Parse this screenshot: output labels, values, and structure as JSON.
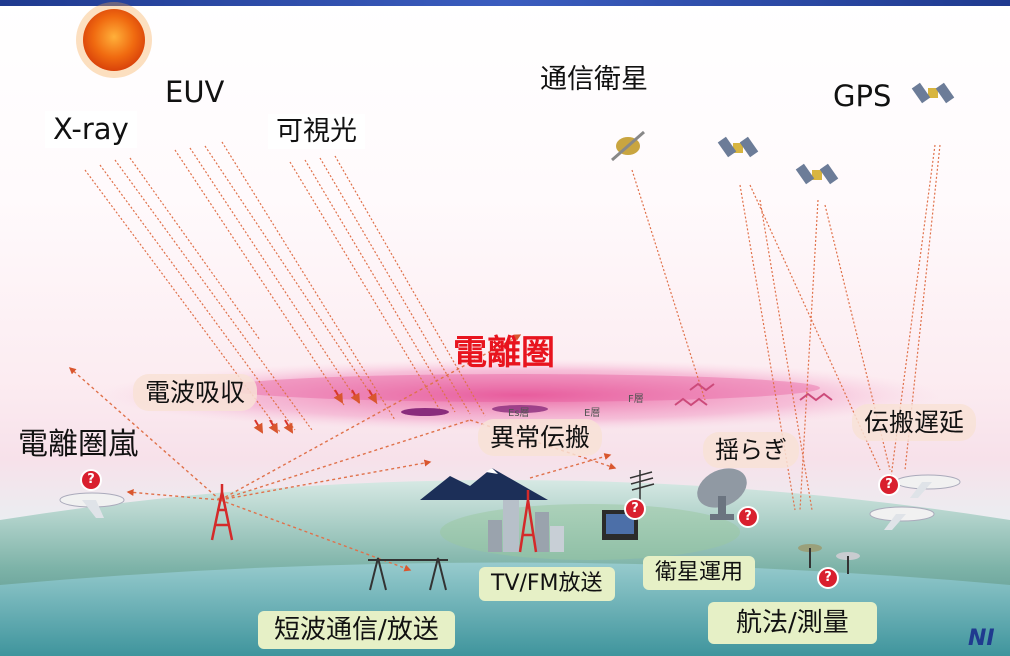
{
  "labels": {
    "xray": "X-ray",
    "euv": "EUV",
    "visible_light": "可視光",
    "comm_satellite": "通信衛星",
    "gps": "GPS",
    "ionosphere": "電離圏",
    "radio_absorption": "電波吸収",
    "ionospheric_storm": "電離圏嵐",
    "anomalous_propagation": "異常伝搬",
    "scintillation": "揺らぎ",
    "propagation_delay": "伝搬遅延",
    "tv_fm": "TV/FM放送",
    "satellite_ops": "衛星運用",
    "navigation": "航法/測量",
    "shortwave": "短波通信/放送",
    "layer_es": "Es層",
    "layer_e": "E層",
    "layer_f": "F層",
    "logo_partial": "NI",
    "alert_symbol": "?"
  },
  "colors": {
    "ionosphere_band": "#e64d94",
    "ionosphere_label": "#e8141e",
    "arrow": "#e0714a",
    "alert": "#d91f2e",
    "label_pill": "#f8e2d6",
    "label_green": "#e6f0c6",
    "top_bar": "#1f3a8f"
  }
}
